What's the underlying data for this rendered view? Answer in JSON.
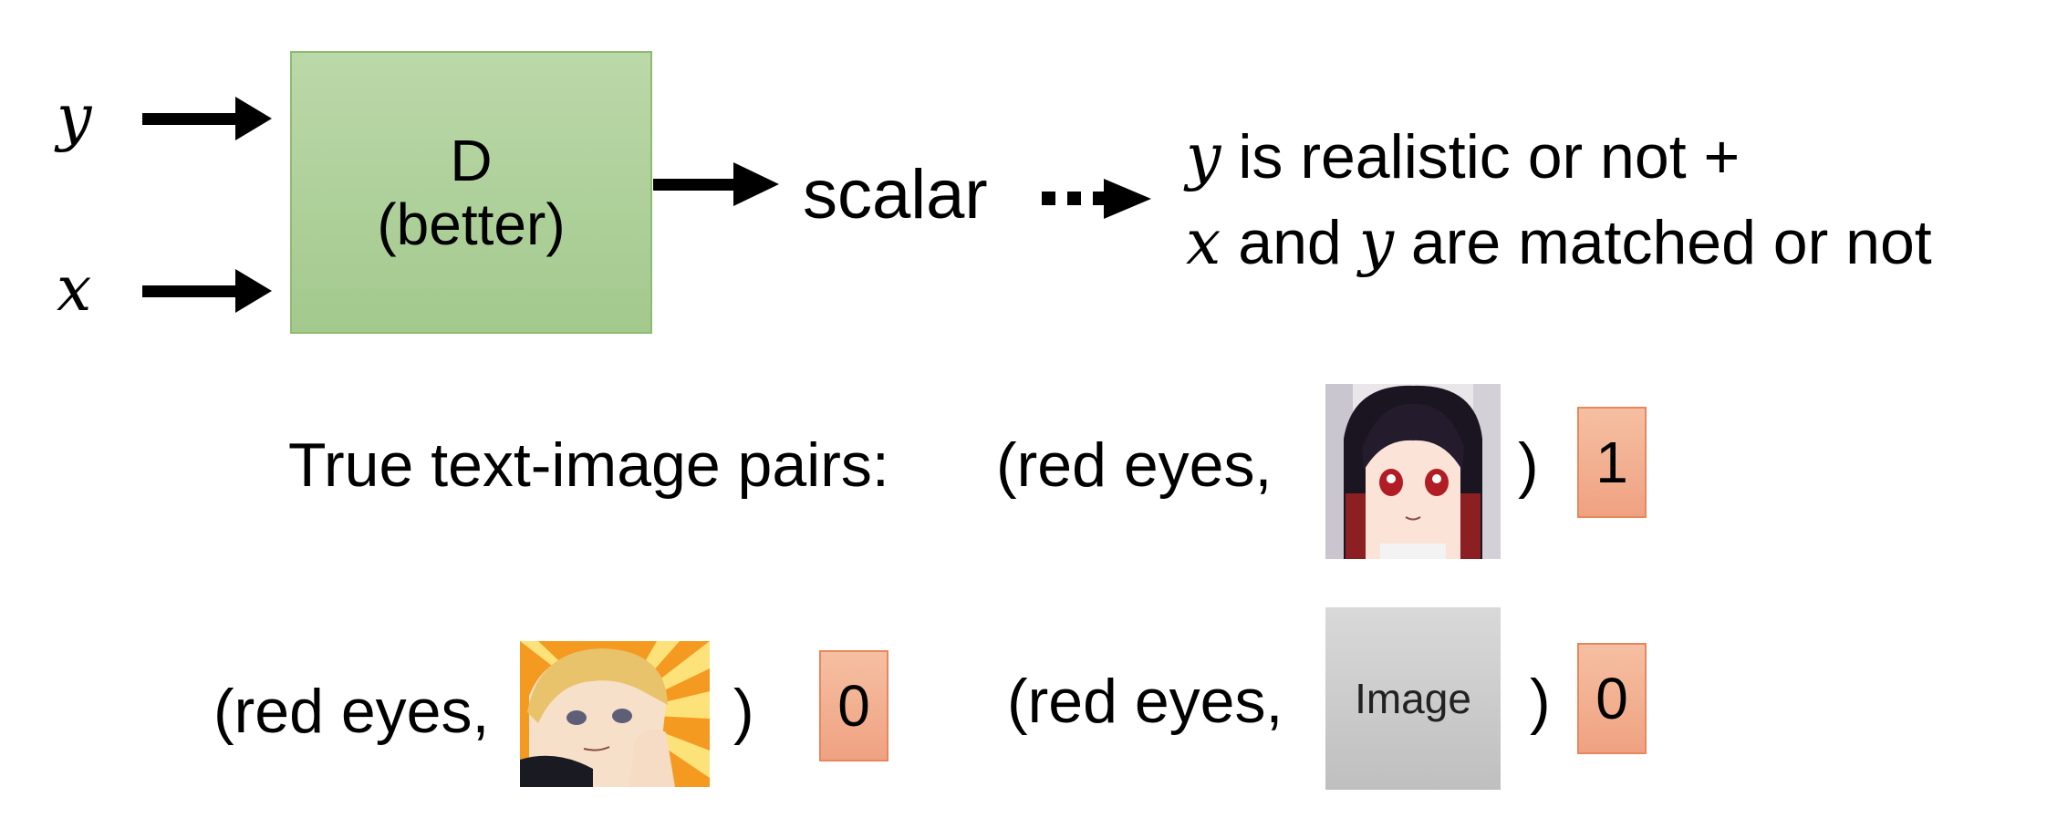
{
  "inputs": {
    "y": "y",
    "x": "x"
  },
  "discriminator": {
    "line1": "D",
    "line2": "(better)"
  },
  "output": {
    "scalar": "scalar"
  },
  "description": {
    "line1_var": "y",
    "line1_text": " is realistic or not +",
    "line2_var_x": "x",
    "line2_mid": " and ",
    "line2_var_y": "y",
    "line2_text": " are matched or not"
  },
  "pairs": {
    "true_label": "True text-image pairs:",
    "pair1": {
      "prefix": "(red eyes,",
      "suffix": ")",
      "score": "1"
    },
    "pair2": {
      "prefix": "(red eyes,",
      "suffix": ")",
      "score": "0"
    },
    "pair3": {
      "prefix": "(red eyes,",
      "suffix": ")",
      "score": "0",
      "placeholder": "Image"
    }
  },
  "colors": {
    "d_box": "#a9cd94",
    "score_box": "#f2ad8f",
    "placeholder": "#cccccc"
  }
}
